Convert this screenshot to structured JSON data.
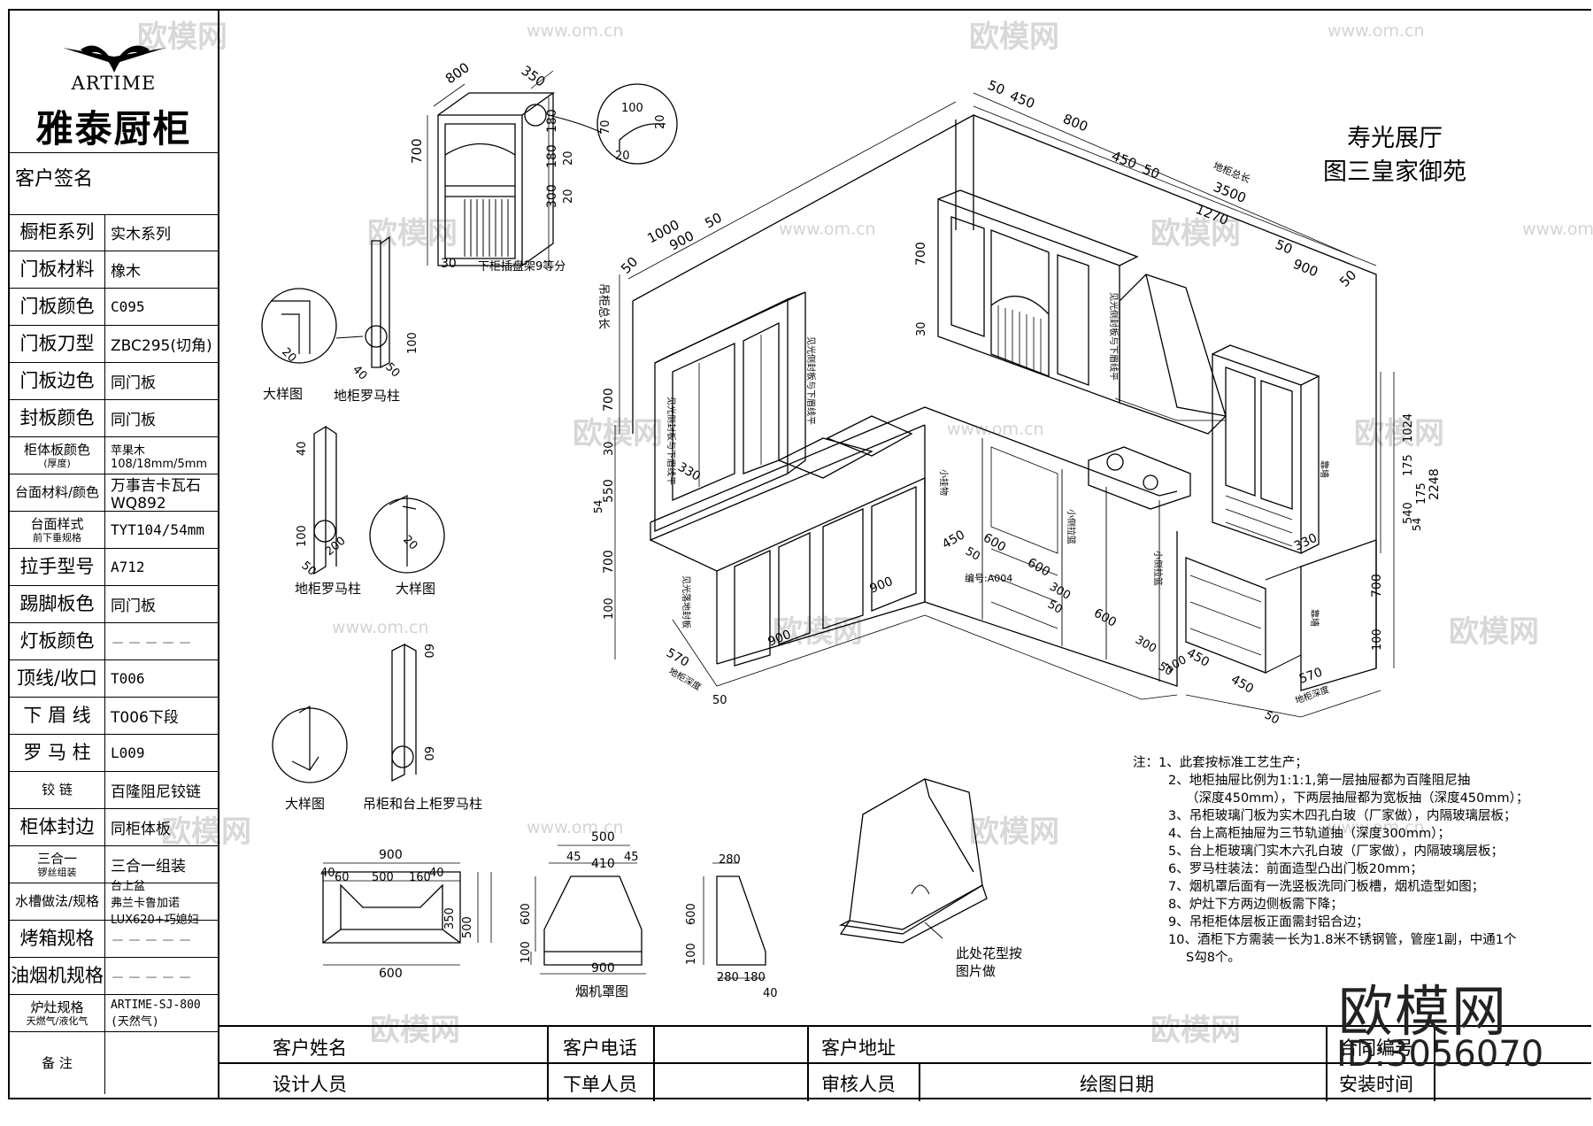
{
  "logo": {
    "en": "ARTIME",
    "cn": "雅泰厨柜"
  },
  "customer_signature": "客户签名",
  "specs": [
    {
      "k": "橱柜系列",
      "v": "实木系列"
    },
    {
      "k": "门板材料",
      "v": "橡木"
    },
    {
      "k": "门板颜色",
      "v": "C095"
    },
    {
      "k": "门板刀型",
      "v": "ZBC295(切角)"
    },
    {
      "k": "门板边色",
      "v": "同门板"
    },
    {
      "k": "封板颜色",
      "v": "同门板"
    },
    {
      "k": "柜体板颜色",
      "k2": "(厚度)",
      "v": "苹果木108/18mm/5mm"
    },
    {
      "k": "台面材料/颜色",
      "v": "万事吉卡瓦石WQ892"
    },
    {
      "k": "台面样式",
      "k2": "前下垂规格",
      "v": "TYT104/54mm"
    },
    {
      "k": "拉手型号",
      "v": "A712"
    },
    {
      "k": "踢脚板色",
      "v": "同门板"
    },
    {
      "k": "灯板颜色",
      "v": "－－－－－"
    },
    {
      "k": "顶线/收口",
      "v": "T006"
    },
    {
      "k": "下 眉 线",
      "v": "T006下段"
    },
    {
      "k": "罗 马 柱",
      "v": "L009"
    },
    {
      "k": "铰    链",
      "v": "百隆阻尼铰链"
    },
    {
      "k": "柜体封边",
      "v": "同柜体板"
    },
    {
      "k": "三合一",
      "k2": "锣丝组装",
      "v": "三合一组装"
    },
    {
      "k": "水槽做法/规格",
      "v": "台上盆",
      "v2": "弗兰卡鲁加诺LUX620+巧媳妇"
    },
    {
      "k": "烤箱规格",
      "v": "－－－－－"
    },
    {
      "k": "油烟机规格",
      "v": "－－－－－"
    },
    {
      "k": "炉灶规格",
      "k2": "天燃气/液化气",
      "v": "ARTIME-SJ-800",
      "v2": "(天然气)"
    },
    {
      "k": "备    注",
      "v": ""
    }
  ],
  "title_block": {
    "customer_name": "客户姓名",
    "customer_phone": "客户电话",
    "customer_address": "客户地址",
    "contract_no": "合同编号",
    "designer": "设计人员",
    "order_person": "下单人员",
    "reviewer": "审核人员",
    "draw_date": "绘图日期",
    "install_time": "安装时间"
  },
  "project_title": {
    "line1": "寿光展厅",
    "line2": "图三皇家御苑"
  },
  "notes": [
    "注：1、此套按标准工艺生产；",
    "2、地柜抽屉比例为1:1:1,第一层抽屉都为百隆阻尼抽",
    "（深度450mm），下两层抽屉都为宽板抽（深度450mm）；",
    "3、吊柜玻璃门板为实木四孔白玻（厂家做），内隔玻璃层板；",
    "4、台上高柜抽屉为三节轨道抽（深度300mm）；",
    "5、台上柜玻璃门实木六孔白玻（厂家做），内隔玻璃层板；",
    "6、罗马柱装法：前面造型凸出门板20mm；",
    "7、烟机罩后面有一洗竖板洗同门板槽，烟机造型如图；",
    "8、炉灶下方两边侧板需下降；",
    "9、吊柜柜体层板正面需封铝合边；",
    "10、酒柜下方需装一长为1.8米不锈钢管，管座1副，中通1个",
    "S勾8个。"
  ],
  "labels": {
    "lower_rack": "下柜插盘架9等分",
    "detail": "大样图",
    "base_pillar": "地柜罗马柱",
    "wall_pillar": "吊柜和台上柜罗马柱",
    "hood": "烟机罩图",
    "flower": "此处花型按",
    "flower2": "图片做",
    "item_no": "编号:A004",
    "wall_total": "吊柜总长",
    "base_total": "地柜总长",
    "side_note": "见光侧封板与下眉线平",
    "base_depth": "地柜深度",
    "wall_label": "靠墙",
    "small_item": "小挂物",
    "small_side": "小侧拉篮",
    "open_side": "见光落地封板"
  },
  "dims": {
    "rack": [
      "800",
      "350",
      "700",
      "180",
      "180",
      "300",
      "20",
      "20",
      "30"
    ],
    "corner": [
      "100",
      "70",
      "20",
      "20"
    ],
    "pillar1": [
      "20",
      "40",
      "50",
      "100"
    ],
    "pillar2": [
      "40",
      "100",
      "200",
      "50",
      "20"
    ],
    "pillar3": [
      "60",
      "60"
    ],
    "top": [
      "50",
      "450",
      "800",
      "450",
      "50",
      "3500",
      "1270",
      "50",
      "900",
      "50",
      "1000",
      "900",
      "50",
      "50"
    ],
    "left": [
      "700",
      "30",
      "550",
      "700",
      "100",
      "54",
      "330",
      "570",
      "50",
      "900",
      "900",
      "700",
      "30"
    ],
    "base": [
      "450",
      "50",
      "600",
      "600",
      "300",
      "50",
      "600",
      "300",
      "50",
      "100",
      "450",
      "450",
      "50",
      "570"
    ],
    "right": [
      "1024",
      "175",
      "175",
      "2248",
      "540",
      "54",
      "330",
      "700",
      "100"
    ],
    "sink": [
      "900",
      "40",
      "60",
      "500",
      "160",
      "40",
      "350",
      "500",
      "600"
    ],
    "hood": [
      "500",
      "45",
      "410",
      "45",
      "600",
      "100",
      "900"
    ],
    "hood_side": [
      "280",
      "600",
      "100",
      "280",
      "180",
      "40"
    ]
  },
  "watermarks": {
    "cn": "欧模网",
    "url": "www.om.cn",
    "big": "欧模网",
    "id": "ID:3056070"
  }
}
